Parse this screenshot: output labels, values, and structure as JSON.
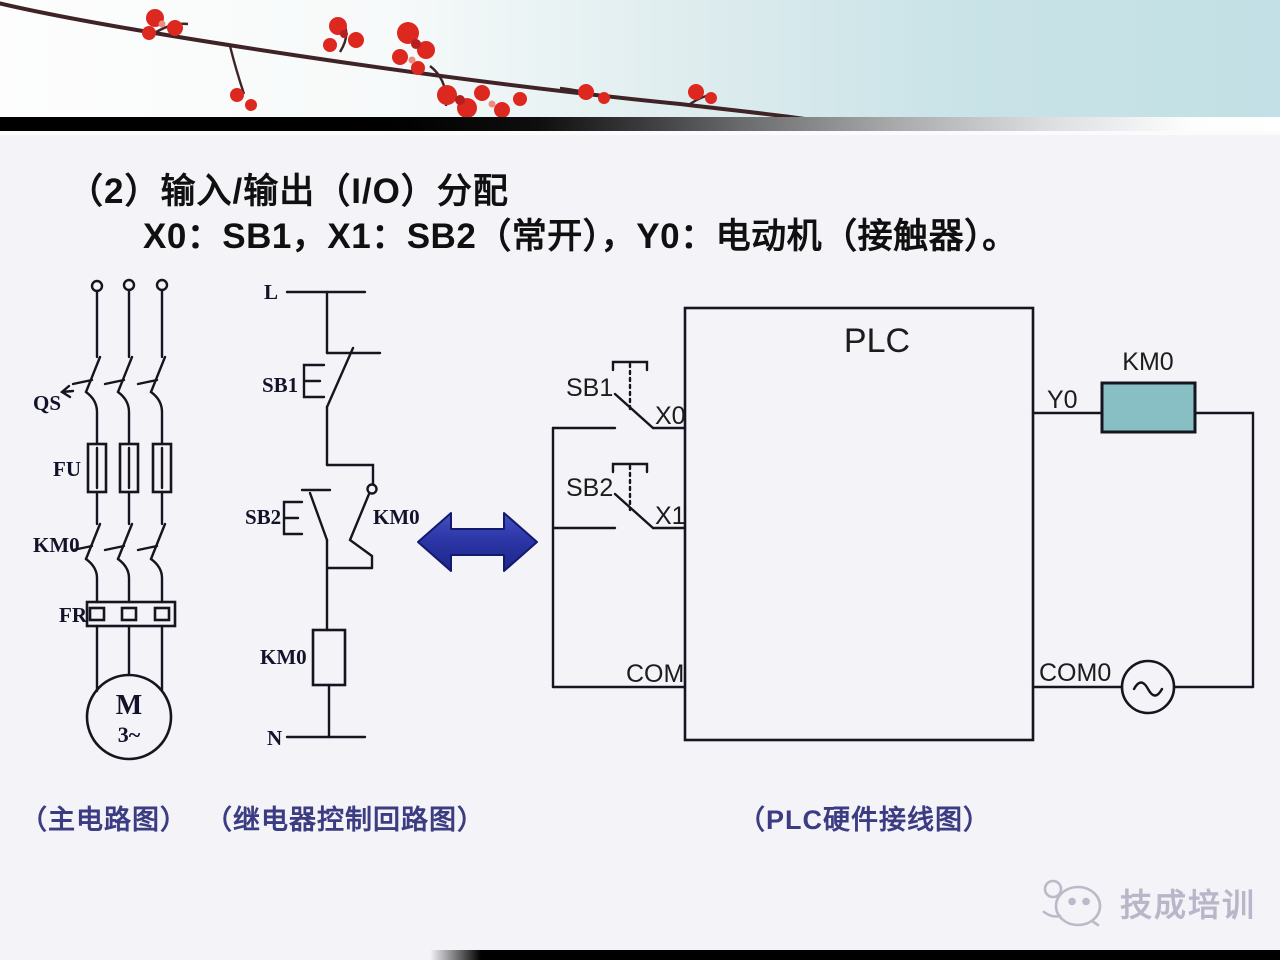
{
  "title": {
    "line1": "（2）输入/输出（I/O）分配",
    "line2": "X0：SB1，X1：SB2（常开），Y0：电动机（接触器）。"
  },
  "diagrams": {
    "main_circuit": {
      "caption": "（主电路图）",
      "labels": {
        "qs": "QS",
        "fu": "FU",
        "km0": "KM0",
        "fr": "FR",
        "motor": "M",
        "phase": "3~"
      }
    },
    "relay_circuit": {
      "caption": "（继电器控制回路图）",
      "labels": {
        "line": "L",
        "sb1": "SB1",
        "sb2": "SB2",
        "km0_contact": "KM0",
        "km0_coil": "KM0",
        "neutral": "N"
      }
    },
    "plc_wiring": {
      "caption": "（PLC硬件接线图）",
      "labels": {
        "plc": "PLC",
        "sb1": "SB1",
        "sb2": "SB2",
        "x0": "X0",
        "x1": "X1",
        "com": "COM",
        "y0": "Y0",
        "km0": "KM0",
        "com0": "COM0"
      }
    }
  },
  "footer": {
    "logo_text": "技成培训"
  },
  "colors": {
    "arrow_blue": "#2c36a8",
    "km0_box_fill": "#87bfc4",
    "caption_text": "#3c3c82",
    "banner_teal": "#c2e0e5",
    "blossom_red": "#dd2820",
    "logo_text_gray": "#b8b6c8"
  }
}
